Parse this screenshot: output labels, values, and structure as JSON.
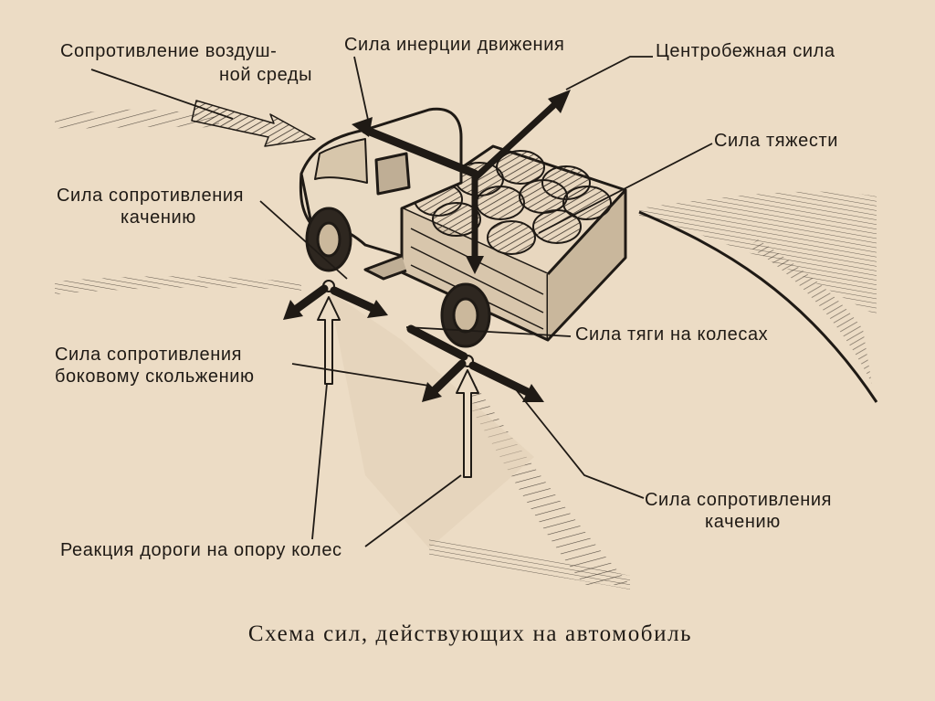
{
  "labels": {
    "air_resistance_1": "Сопротивление воздуш-",
    "air_resistance_2": "ной среды",
    "inertia": "Сила инерции движения",
    "centrifugal": "Центробежная сила",
    "gravity": "Сила тяжести",
    "rolling_front_1": "Сила сопротивления",
    "rolling_front_2": "качению",
    "traction": "Сила тяги на колесах",
    "side_slip_1": "Сила сопротивления",
    "side_slip_2": "боковому скольжению",
    "rolling_rear_1": "Сила сопротивления",
    "rolling_rear_2": "качению",
    "road_reaction": "Реакция дороги на опору колес"
  },
  "caption": "Схема сил, действующих на автомобиль",
  "colors": {
    "paper": "#ecdcc5",
    "ink": "#1f1a15",
    "shade": "#6b5f52"
  }
}
